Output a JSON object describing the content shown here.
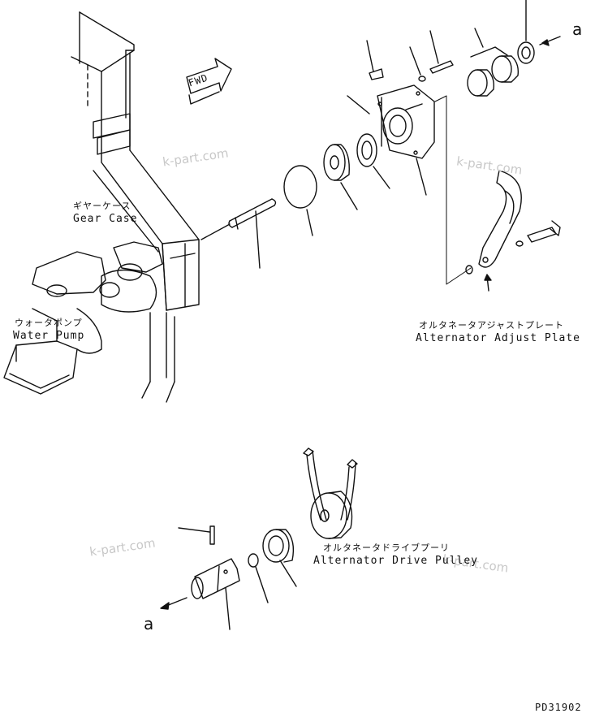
{
  "watermarks": [
    "k-part.com",
    "k-part.com",
    "k-part.com",
    "k-part.com"
  ],
  "fwd_label": "FWD",
  "labels": {
    "gear_case_jp": "ギヤーケース",
    "gear_case_en": "Gear Case",
    "water_pump_jp": "ウォータポンプ",
    "water_pump_en": "Water Pump",
    "adjust_plate_jp": "オルタネータアジャストプレート",
    "adjust_plate_en": "Alternator Adjust Plate",
    "drive_pulley_jp": "オルタネータドライブプーリ",
    "drive_pulley_en": "Alternator Drive Pulley"
  },
  "callouts": {
    "top": "a",
    "bottom": "a"
  },
  "drawing_number": "PD31902"
}
